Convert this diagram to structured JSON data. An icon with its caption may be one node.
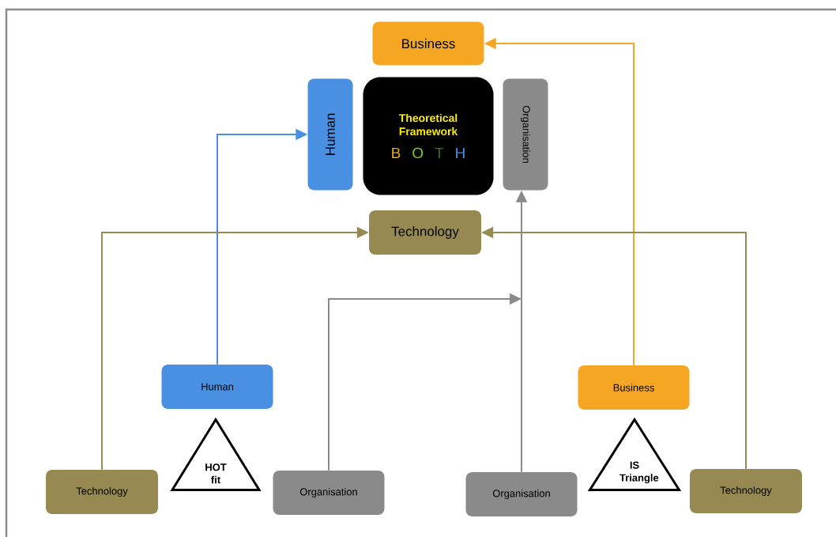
{
  "diagram": {
    "nodes": [
      {
        "text": [
          "Business"
        ]
      },
      {
        "text": [
          "Human"
        ]
      },
      {
        "text": [
          "Theoretical Framework",
          "B",
          "O",
          "T",
          "H"
        ]
      },
      {
        "text": [
          "Organisation"
        ]
      },
      {
        "text": [
          "Technology"
        ]
      },
      {
        "text": [
          "Human"
        ]
      },
      {
        "text": [
          "Business"
        ]
      },
      {
        "text": [
          "HOT fit"
        ]
      },
      {
        "text": [
          "IS Triangle"
        ]
      },
      {
        "text": [
          "Technology"
        ]
      },
      {
        "text": [
          "Organisation"
        ]
      },
      {
        "text": [
          "Organisation"
        ]
      },
      {
        "text": [
          "Technology"
        ]
      }
    ],
    "edges": [
      {
        "from": 5,
        "to": 1,
        "arrow": "to",
        "color": "#4a90e2"
      },
      {
        "from": 6,
        "to": 0,
        "arrow": "to",
        "color": "#f5a623"
      },
      {
        "from": 9,
        "to": 4,
        "arrow": "to",
        "color": "#968a52"
      },
      {
        "from": 12,
        "to": 4,
        "arrow": "to",
        "color": "#968a52"
      },
      {
        "from": 11,
        "to": 3,
        "arrow": "to",
        "color": "#8a8a8a"
      },
      {
        "from": 10,
        "to": null,
        "arrow": "to",
        "color": "#8a8a8a"
      }
    ]
  }
}
